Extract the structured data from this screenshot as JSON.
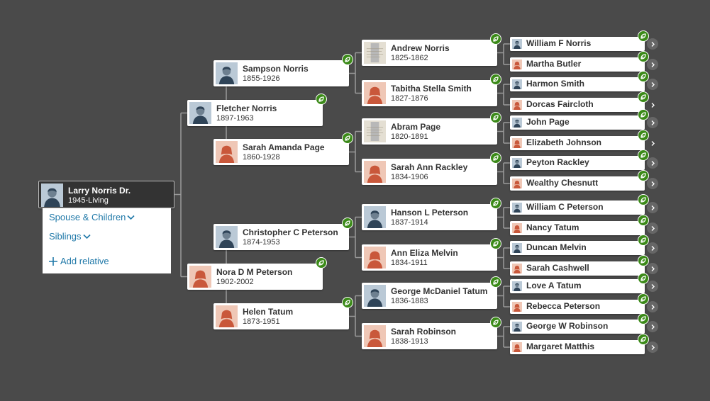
{
  "colors": {
    "background": "#4a4a4a",
    "card": "#ffffff",
    "root_card": "#333333",
    "hint_badge": "#3b8a18",
    "link": "#1f78a8",
    "connector": "#9a9a9a",
    "male_avatar_bg": "#bac9d6",
    "female_avatar_bg": "#efc7b6"
  },
  "icons": {
    "hint": "leaf-hint-icon",
    "more": "chevron-right-icon",
    "dropdown": "chevron-down-icon",
    "add": "plus-icon"
  },
  "root": {
    "name": "Larry Norris Dr.",
    "dates": "1945-Living",
    "gender": "male"
  },
  "root_panel": {
    "spouse_children": "Spouse & Children",
    "siblings": "Siblings",
    "add_relative": "Add relative"
  },
  "parents": [
    {
      "name": "Fletcher Norris",
      "dates": "1897-1963",
      "gender": "male",
      "hint": true
    },
    {
      "name": "Nora D M Peterson",
      "dates": "1902-2002",
      "gender": "female",
      "hint": true
    }
  ],
  "grandparents": [
    {
      "name": "Sampson Norris",
      "dates": "1855-1926",
      "gender": "male",
      "hint": true
    },
    {
      "name": "Sarah Amanda Page",
      "dates": "1860-1928",
      "gender": "female",
      "hint": true
    },
    {
      "name": "Christopher C Peterson",
      "dates": "1874-1953",
      "gender": "male",
      "hint": true
    },
    {
      "name": "Helen Tatum",
      "dates": "1873-1951",
      "gender": "female",
      "hint": true
    }
  ],
  "great_grandparents": [
    {
      "name": "Andrew Norris",
      "dates": "1825-1862",
      "gender": "male",
      "photo": "document",
      "hint": true
    },
    {
      "name": "Tabitha Stella Smith",
      "dates": "1827-1876",
      "gender": "female",
      "hint": true
    },
    {
      "name": "Abram Page",
      "dates": "1820-1891",
      "gender": "male",
      "photo": "document",
      "hint": true
    },
    {
      "name": "Sarah Ann Rackley",
      "dates": "1834-1906",
      "gender": "female",
      "hint": true
    },
    {
      "name": "Hanson L Peterson",
      "dates": "1837-1914",
      "gender": "male",
      "hint": true
    },
    {
      "name": "Ann Eliza Melvin",
      "dates": "1834-1911",
      "gender": "female",
      "hint": true
    },
    {
      "name": "George McDaniel Tatum",
      "dates": "1836-1883",
      "gender": "male",
      "hint": true
    },
    {
      "name": "Sarah Robinson",
      "dates": "1838-1913",
      "gender": "female",
      "hint": true
    }
  ],
  "gg_grandparents": [
    {
      "name": "William F Norris",
      "gender": "male",
      "hint": true,
      "more": "circle"
    },
    {
      "name": "Martha Butler",
      "gender": "female",
      "hint": true,
      "more": "circle"
    },
    {
      "name": "Harmon Smith",
      "gender": "male",
      "hint": true,
      "more": "circle"
    },
    {
      "name": "Dorcas Faircloth",
      "gender": "female",
      "hint": true,
      "more": "plain"
    },
    {
      "name": "John Page",
      "gender": "male",
      "hint": true,
      "more": "circle"
    },
    {
      "name": "Elizabeth Johnson",
      "gender": "female",
      "hint": true,
      "more": "plain"
    },
    {
      "name": "Peyton Rackley",
      "gender": "male",
      "hint": true,
      "more": "circle"
    },
    {
      "name": "Wealthy Chesnutt",
      "gender": "female",
      "hint": true,
      "more": "circle"
    },
    {
      "name": "William C Peterson",
      "gender": "male",
      "hint": true,
      "more": "circle"
    },
    {
      "name": "Nancy Tatum",
      "gender": "female",
      "hint": true,
      "more": "circle"
    },
    {
      "name": "Duncan Melvin",
      "gender": "male",
      "hint": true,
      "more": "circle"
    },
    {
      "name": "Sarah Cashwell",
      "gender": "female",
      "hint": true,
      "more": "circle"
    },
    {
      "name": "Love A Tatum",
      "gender": "male",
      "hint": true,
      "more": "circle"
    },
    {
      "name": "Rebecca Peterson",
      "gender": "female",
      "hint": true,
      "more": "circle"
    },
    {
      "name": "George W Robinson",
      "gender": "male",
      "hint": true,
      "more": "circle"
    },
    {
      "name": "Margaret Matthis",
      "gender": "female",
      "hint": true,
      "more": "circle"
    }
  ]
}
